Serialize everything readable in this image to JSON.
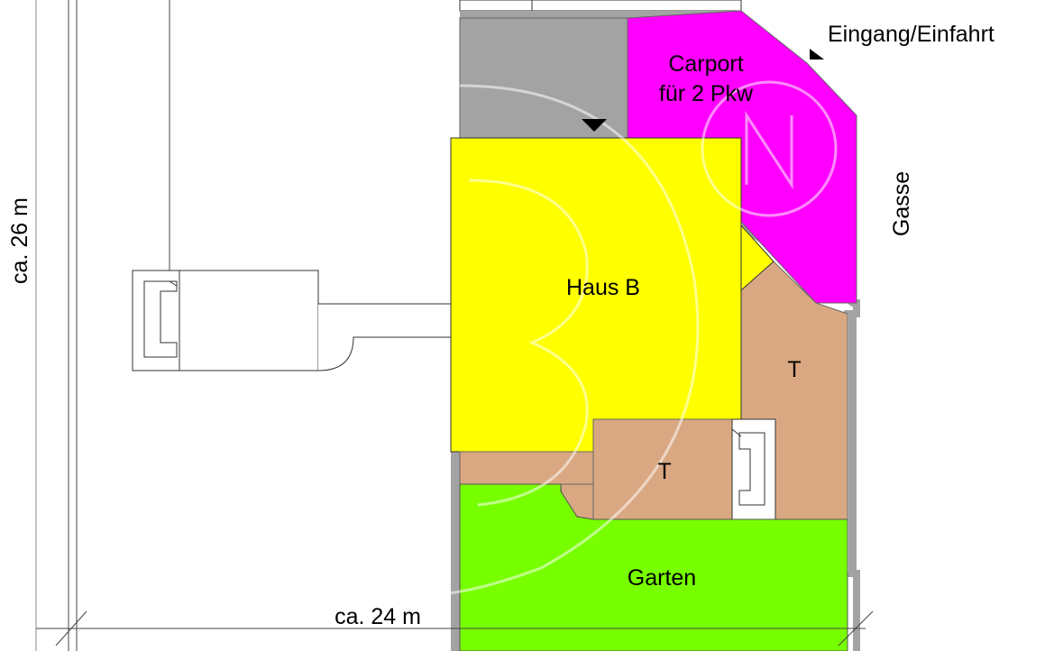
{
  "labels": {
    "entrance": "Eingang/Einfahrt",
    "carport_line1": "Carport",
    "carport_line2": "für 2 Pkw",
    "house": "Haus B",
    "lane": "Gasse",
    "terrace_right": "T",
    "terrace_lower": "T",
    "garden": "Garten",
    "dim_height": "ca. 26 m",
    "dim_width": "ca. 24 m"
  },
  "colors": {
    "paving": "#a3a3a3",
    "carport": "#ff00ff",
    "house": "#ffff00",
    "terrace": "#d9a882",
    "garden": "#77ff00",
    "outline": "#333333"
  },
  "icons": {
    "entrance_marker": "filled-triangle",
    "carport_marker": "filled-triangle",
    "watermark": "logo-B-with-N"
  }
}
